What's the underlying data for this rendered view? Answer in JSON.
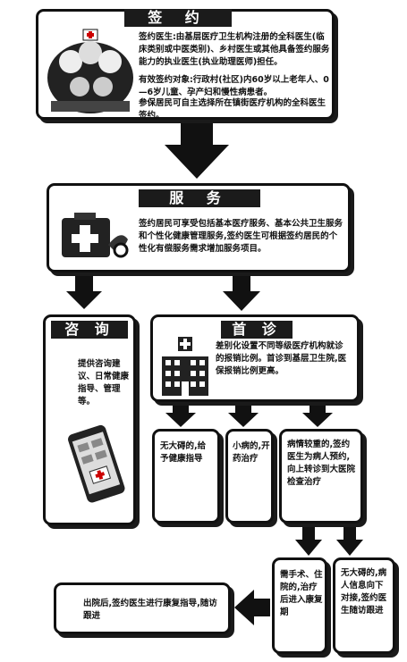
{
  "sign": {
    "title": "签 约",
    "body": "签约医生:由基层医疗卫生机构注册的全科医生(临床类别或中医类别)、乡村医生或其他具备签约服务能力的执业医生(执业助理医师)担任。",
    "target": "有效签约对象:行政村(社区)内60岁以上老年人、0—6岁儿童、孕产妇和慢性病患者。",
    "note": "参保居民可自主选择所在镇街医疗机构的全科医生签约。"
  },
  "service": {
    "title": "服 务",
    "body": "签约居民可享受包括基本医疗服务、基本公共卫生服务和个性化健康管理服务,签约医生可根据签约居民的个性化有偿服务需求增加服务项目。"
  },
  "consult": {
    "title": "咨 询",
    "body": "提供咨询建议、日常健康指导、管理等。"
  },
  "first": {
    "title": "首 诊",
    "body": "差别化设置不同等级医疗机构就诊的报销比例。首诊到基层卫生院,医保报销比例更高。"
  },
  "small1": "无大碍的,给予健康指导",
  "small2": "小病的,开药治疗",
  "small3": "病情较重的,签约医生为病人预约,向上转诊到大医院检查治疗",
  "small4": "需手术、住院的,治疗后进入康复期",
  "small5": "无大碍的,病人信息向下对接,签约医生随访跟进",
  "final": "出院后,签约医生进行康复指导,随访跟进"
}
